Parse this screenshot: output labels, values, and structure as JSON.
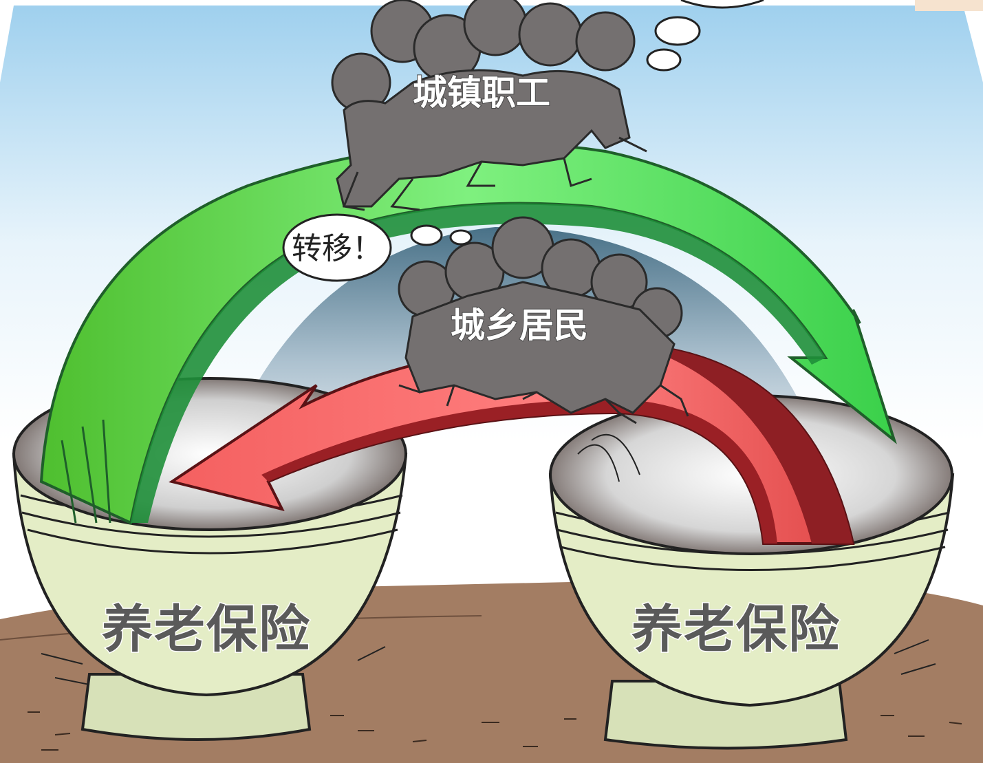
{
  "illustration": {
    "bowl_left_label": "养老保险",
    "bowl_right_label": "养老保险",
    "crowd_top_label": "城镇职工",
    "crowd_bottom_label": "城乡居民",
    "speech_bubble_text": "转移！"
  },
  "colors": {
    "sky_top": "#9fd0ee",
    "green_arrow": "#3fcf3f",
    "green_arrow_dark": "#1f8f3a",
    "red_arrow": "#f05a5a",
    "red_arrow_dark": "#8e1f24",
    "bowl": "#e4edc6",
    "ground": "#a37d63",
    "figure": "#747070"
  }
}
